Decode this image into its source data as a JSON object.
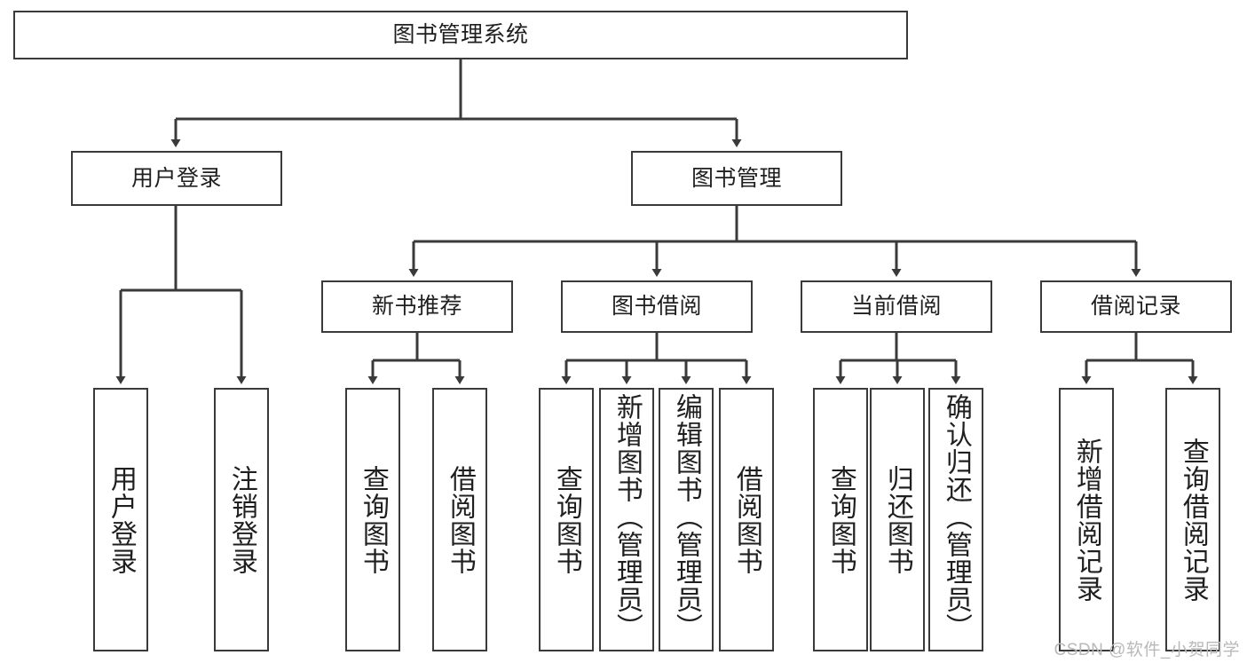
{
  "diagram": {
    "title": "图书管理系统",
    "type": "tree-hierarchy",
    "root": {
      "label": "图书管理系统"
    },
    "level2": [
      {
        "label": "用户登录"
      },
      {
        "label": "图书管理"
      }
    ],
    "level3": [
      {
        "label": "新书推荐"
      },
      {
        "label": "图书借阅"
      },
      {
        "label": "当前借阅"
      },
      {
        "label": "借阅记录"
      }
    ],
    "leaves": {
      "user_login": [
        {
          "label": "用户登录"
        },
        {
          "label": "注销登录"
        }
      ],
      "new_book_recommend": [
        {
          "label": "查询图书"
        },
        {
          "label": "借阅图书"
        }
      ],
      "book_borrow": [
        {
          "label": "查询图书"
        },
        {
          "label": "新增图书（管理员）"
        },
        {
          "label": "编辑图书（管理员）"
        },
        {
          "label": "借阅图书"
        }
      ],
      "current_borrow": [
        {
          "label": "查询图书"
        },
        {
          "label": "归还图书"
        },
        {
          "label": "确认归还（管理员）"
        }
      ],
      "borrow_record": [
        {
          "label": "新增借阅记录"
        },
        {
          "label": "查询借阅记录"
        }
      ]
    }
  },
  "watermark": {
    "text": "CSDN @软件_小贺同学"
  },
  "colors": {
    "border": "#3a3a3a",
    "background": "#ffffff",
    "text": "#1f1f1f",
    "watermark": "#b9b9b9"
  }
}
